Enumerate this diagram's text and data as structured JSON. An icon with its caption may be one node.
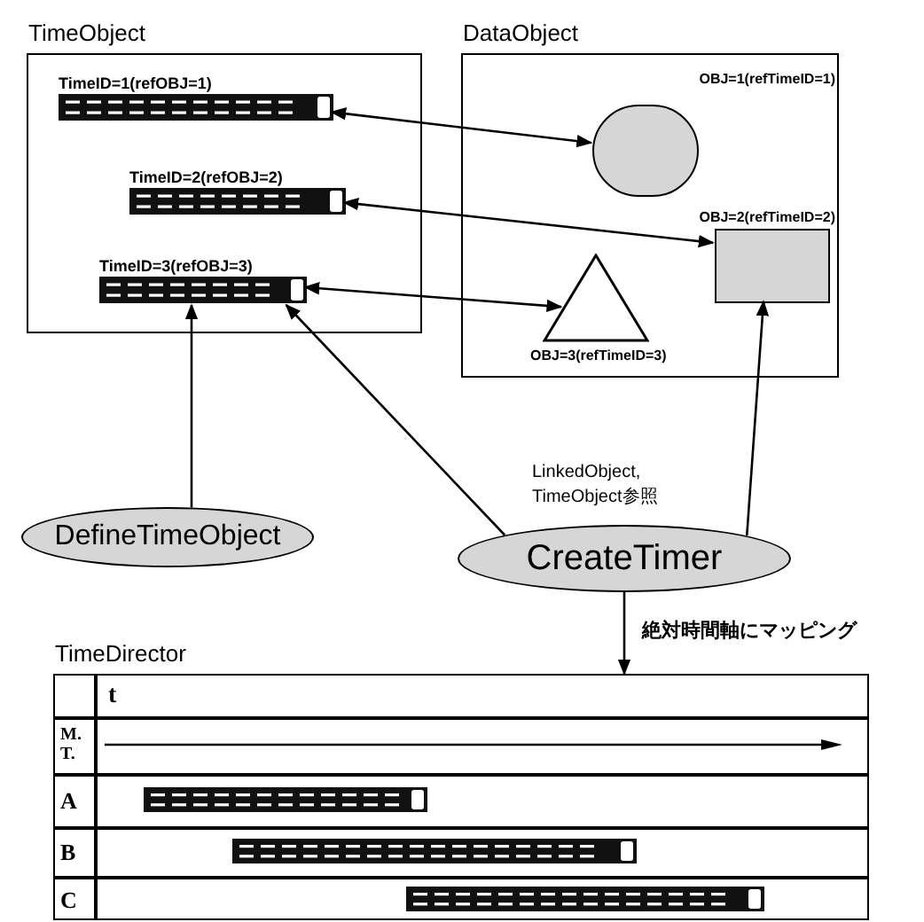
{
  "diagram": {
    "nodes": [
      {
        "text": [
          "TimeObject"
        ]
      },
      {
        "text": [
          "TimeID=1(refOBJ=1)"
        ],
        "in": 0
      },
      {
        "text": [
          "TimeID=2(refOBJ=2)"
        ],
        "in": 0
      },
      {
        "text": [
          "TimeID=3(refOBJ=3)"
        ],
        "in": 0
      },
      {
        "text": [
          "DataObject"
        ]
      },
      {
        "text": [
          "OBJ=1(refTimeID=1)"
        ],
        "in": 4
      },
      {
        "text": [
          "OBJ=2(refTimeID=2)"
        ],
        "in": 4
      },
      {
        "text": [
          "OBJ=3(refTimeID=3)"
        ],
        "in": 4
      },
      {
        "text": [
          "DefineTimeObject"
        ]
      },
      {
        "text": [
          "CreateTimer"
        ]
      },
      {
        "text": [
          "TimeDirector"
        ]
      }
    ],
    "edges": [
      {
        "from": 5,
        "to": 1,
        "arrow": "both"
      },
      {
        "from": 6,
        "to": 2,
        "arrow": "both"
      },
      {
        "from": 7,
        "to": 3,
        "arrow": "both"
      },
      {
        "from": 8,
        "to": 3,
        "arrow": "to"
      },
      {
        "from": 9,
        "to": 3,
        "arrow": "to"
      },
      {
        "from": 9,
        "to": 6,
        "arrow": "to"
      },
      {
        "from": 9,
        "to": 10,
        "arrow": "to",
        "label": "絶対時間軸にマッピング"
      }
    ],
    "labels": [
      "LinkedObject, TimeObject参照",
      "t",
      "M. T.",
      "A",
      "B",
      "C"
    ]
  }
}
